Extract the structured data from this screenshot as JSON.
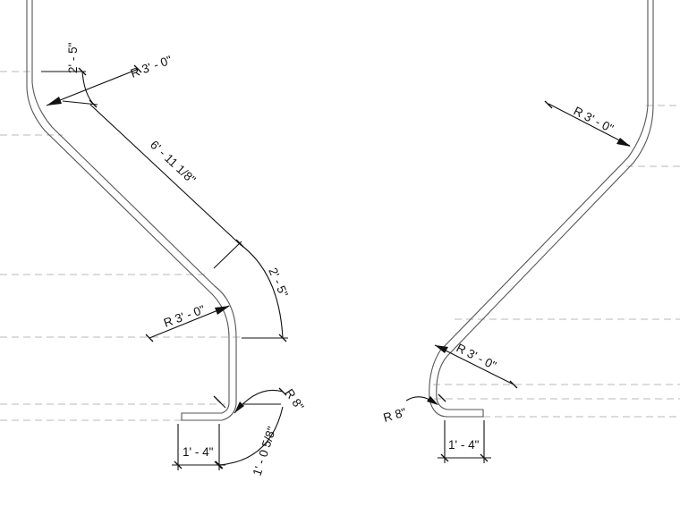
{
  "left_profile": {
    "radius_top": "R 3' - 0\"",
    "arc_top": "2' - 5\"",
    "length_diagonal": "6' - 11 1/8\"",
    "arc_middle": "2' - 5\"",
    "radius_middle": "R 3' - 0\"",
    "radius_bottom": "R 8\"",
    "foot_length": "1' - 4\"",
    "arc_bottom": "1' - 0 5/8\""
  },
  "right_profile": {
    "radius_top": "R 3' - 0\"",
    "radius_middle": "R 3' - 0\"",
    "radius_bottom": "R 8\"",
    "foot_length": "1' - 4\""
  }
}
